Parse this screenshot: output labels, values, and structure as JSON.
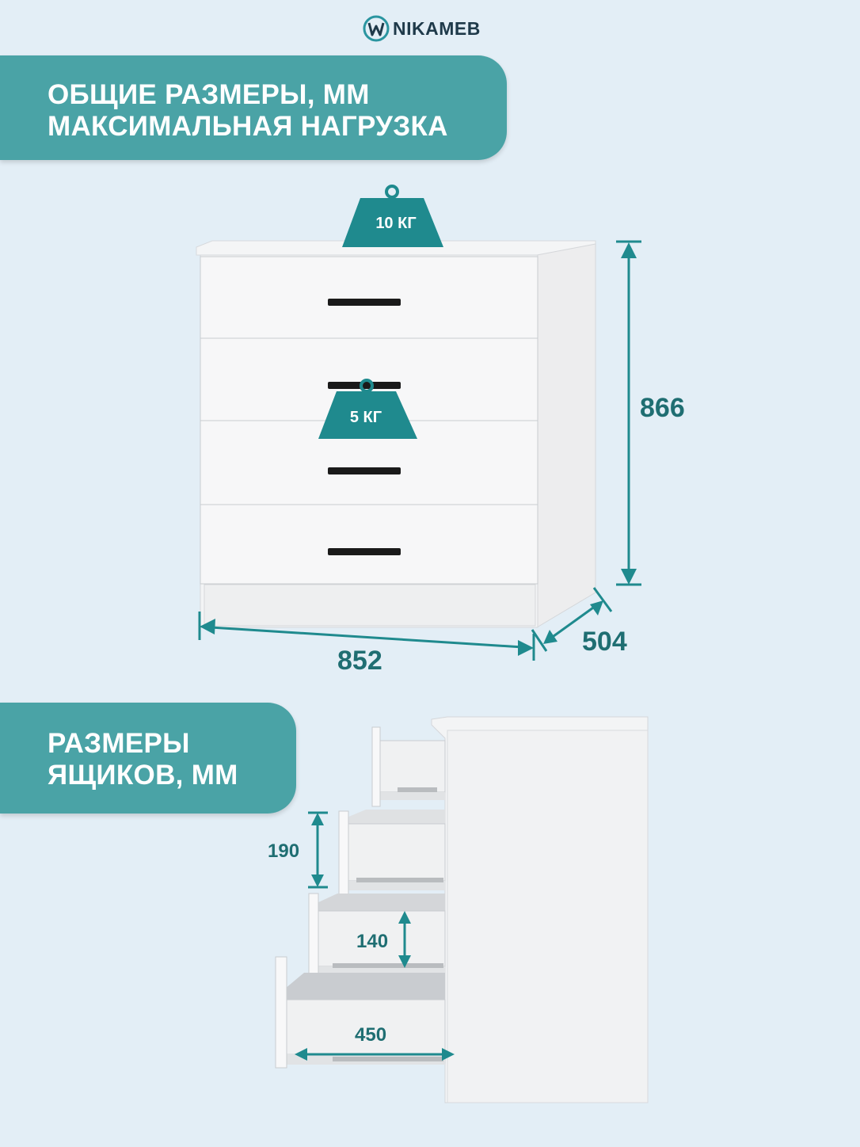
{
  "brand": {
    "name": "NIKAMEB"
  },
  "banner_overall": {
    "line1": "ОБЩИЕ РАЗМЕРЫ, ММ",
    "line2": "МАКСИМАЛЬНАЯ НАГРУЗКА"
  },
  "banner_drawers": {
    "line1": "РАЗМЕРЫ",
    "line2": "ЯЩИКОВ, ММ"
  },
  "overall": {
    "height": "866",
    "width": "852",
    "depth": "504",
    "top_load": "10 КГ",
    "drawer_load": "5 КГ"
  },
  "drawers": {
    "facade_height": "190",
    "inner_height": "140",
    "inner_depth": "450"
  },
  "colors": {
    "accent": "#4aa3a6",
    "dim_text": "#1f6e72",
    "background": "#e3eef6"
  }
}
